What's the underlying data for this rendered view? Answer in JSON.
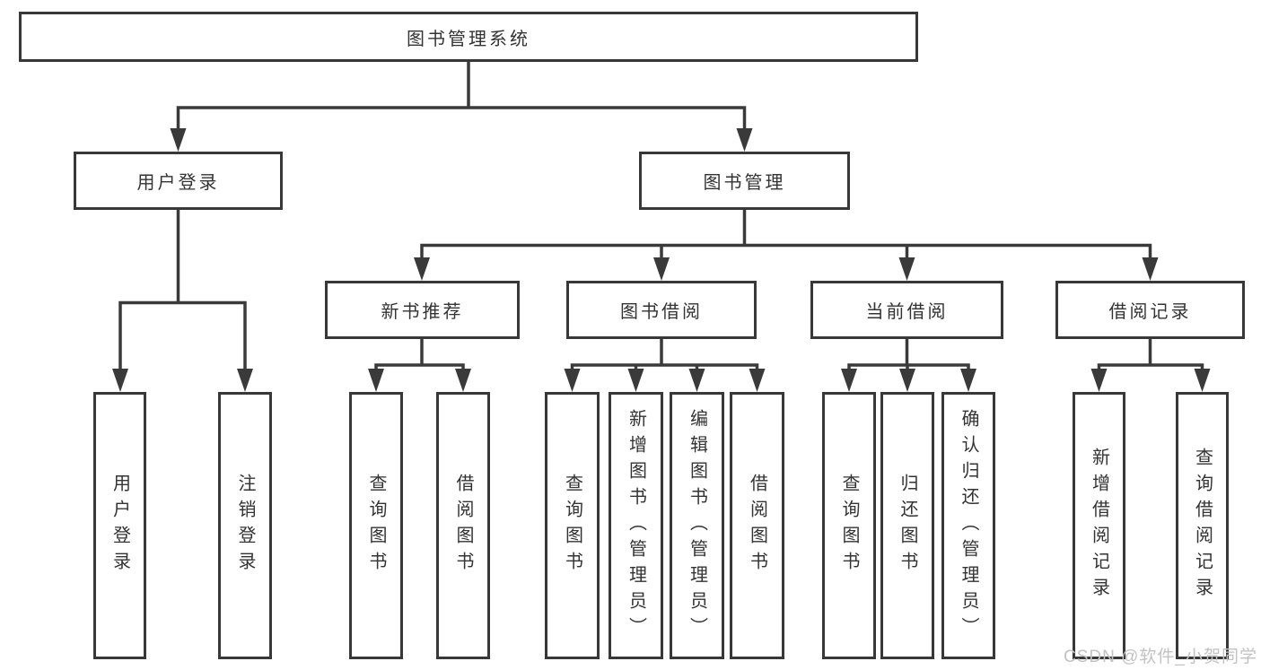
{
  "diagram": {
    "line_color": "#3a3a3a",
    "root": {
      "label": "图书管理系统"
    },
    "level2": [
      {
        "label": "用户登录"
      },
      {
        "label": "图书管理"
      }
    ],
    "level3": [
      {
        "label": "新书推荐"
      },
      {
        "label": "图书借阅"
      },
      {
        "label": "当前借阅"
      },
      {
        "label": "借阅记录"
      }
    ],
    "leaf_groups": [
      {
        "parent": "用户登录",
        "leaves": [
          "用户登录",
          "注销登录"
        ]
      },
      {
        "parent": "新书推荐",
        "leaves": [
          "查询图书",
          "借阅图书"
        ]
      },
      {
        "parent": "图书借阅",
        "leaves": [
          "查询图书",
          "新增图书（管理员）",
          "编辑图书（管理员）",
          "借阅图书"
        ]
      },
      {
        "parent": "当前借阅",
        "leaves": [
          "查询图书",
          "归还图书",
          "确认归还（管理员）"
        ]
      },
      {
        "parent": "借阅记录",
        "leaves": [
          "新增借阅记录",
          "查询借阅记录"
        ]
      }
    ]
  },
  "watermark": {
    "text": "CSDN @软件_小贺同学"
  }
}
